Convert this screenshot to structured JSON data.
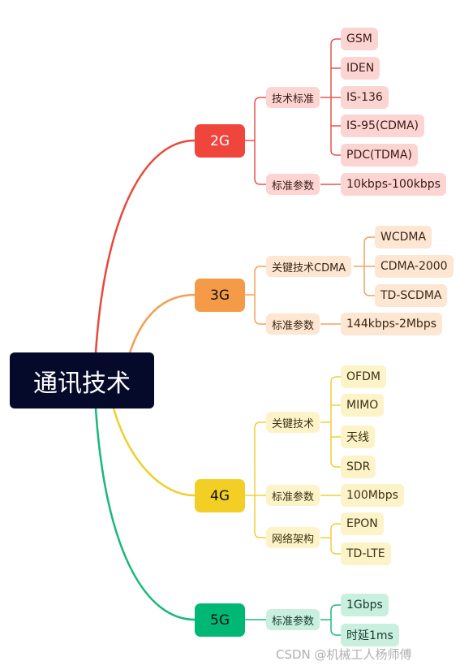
{
  "root": {
    "label": "通讯技术"
  },
  "generations": [
    {
      "label": "2G",
      "color": "#f0453d",
      "light": "#fcd5d2",
      "categories": [
        {
          "label": "技术标准",
          "items": [
            "GSM",
            "IDEN",
            "IS-136",
            "IS-95(CDMA)",
            "PDC(TDMA)"
          ]
        },
        {
          "label": "标准参数",
          "items": [
            "10kbps-100kbps"
          ]
        }
      ]
    },
    {
      "label": "3G",
      "color": "#f59a47",
      "light": "#fde6d2",
      "categories": [
        {
          "label": "关键技术CDMA",
          "items": [
            "WCDMA",
            "CDMA-2000",
            "TD-SCDMA"
          ]
        },
        {
          "label": "标准参数",
          "items": [
            "144kbps-2Mbps"
          ]
        }
      ]
    },
    {
      "label": "4G",
      "color": "#f3cf25",
      "light": "#fdf3c8",
      "categories": [
        {
          "label": "关键技术",
          "items": [
            "OFDM",
            "MIMO",
            "天线",
            "SDR"
          ]
        },
        {
          "label": "标准参数",
          "items": [
            "100Mbps"
          ]
        },
        {
          "label": "网络架构",
          "items": [
            "EPON",
            "TD-LTE"
          ]
        }
      ]
    },
    {
      "label": "5G",
      "color": "#00b873",
      "light": "#c9f0df",
      "categories": [
        {
          "label": "标准参数",
          "items": [
            "1Gbps",
            "时延1ms"
          ]
        }
      ]
    }
  ],
  "watermark": "CSDN @机械工人杨师傅"
}
